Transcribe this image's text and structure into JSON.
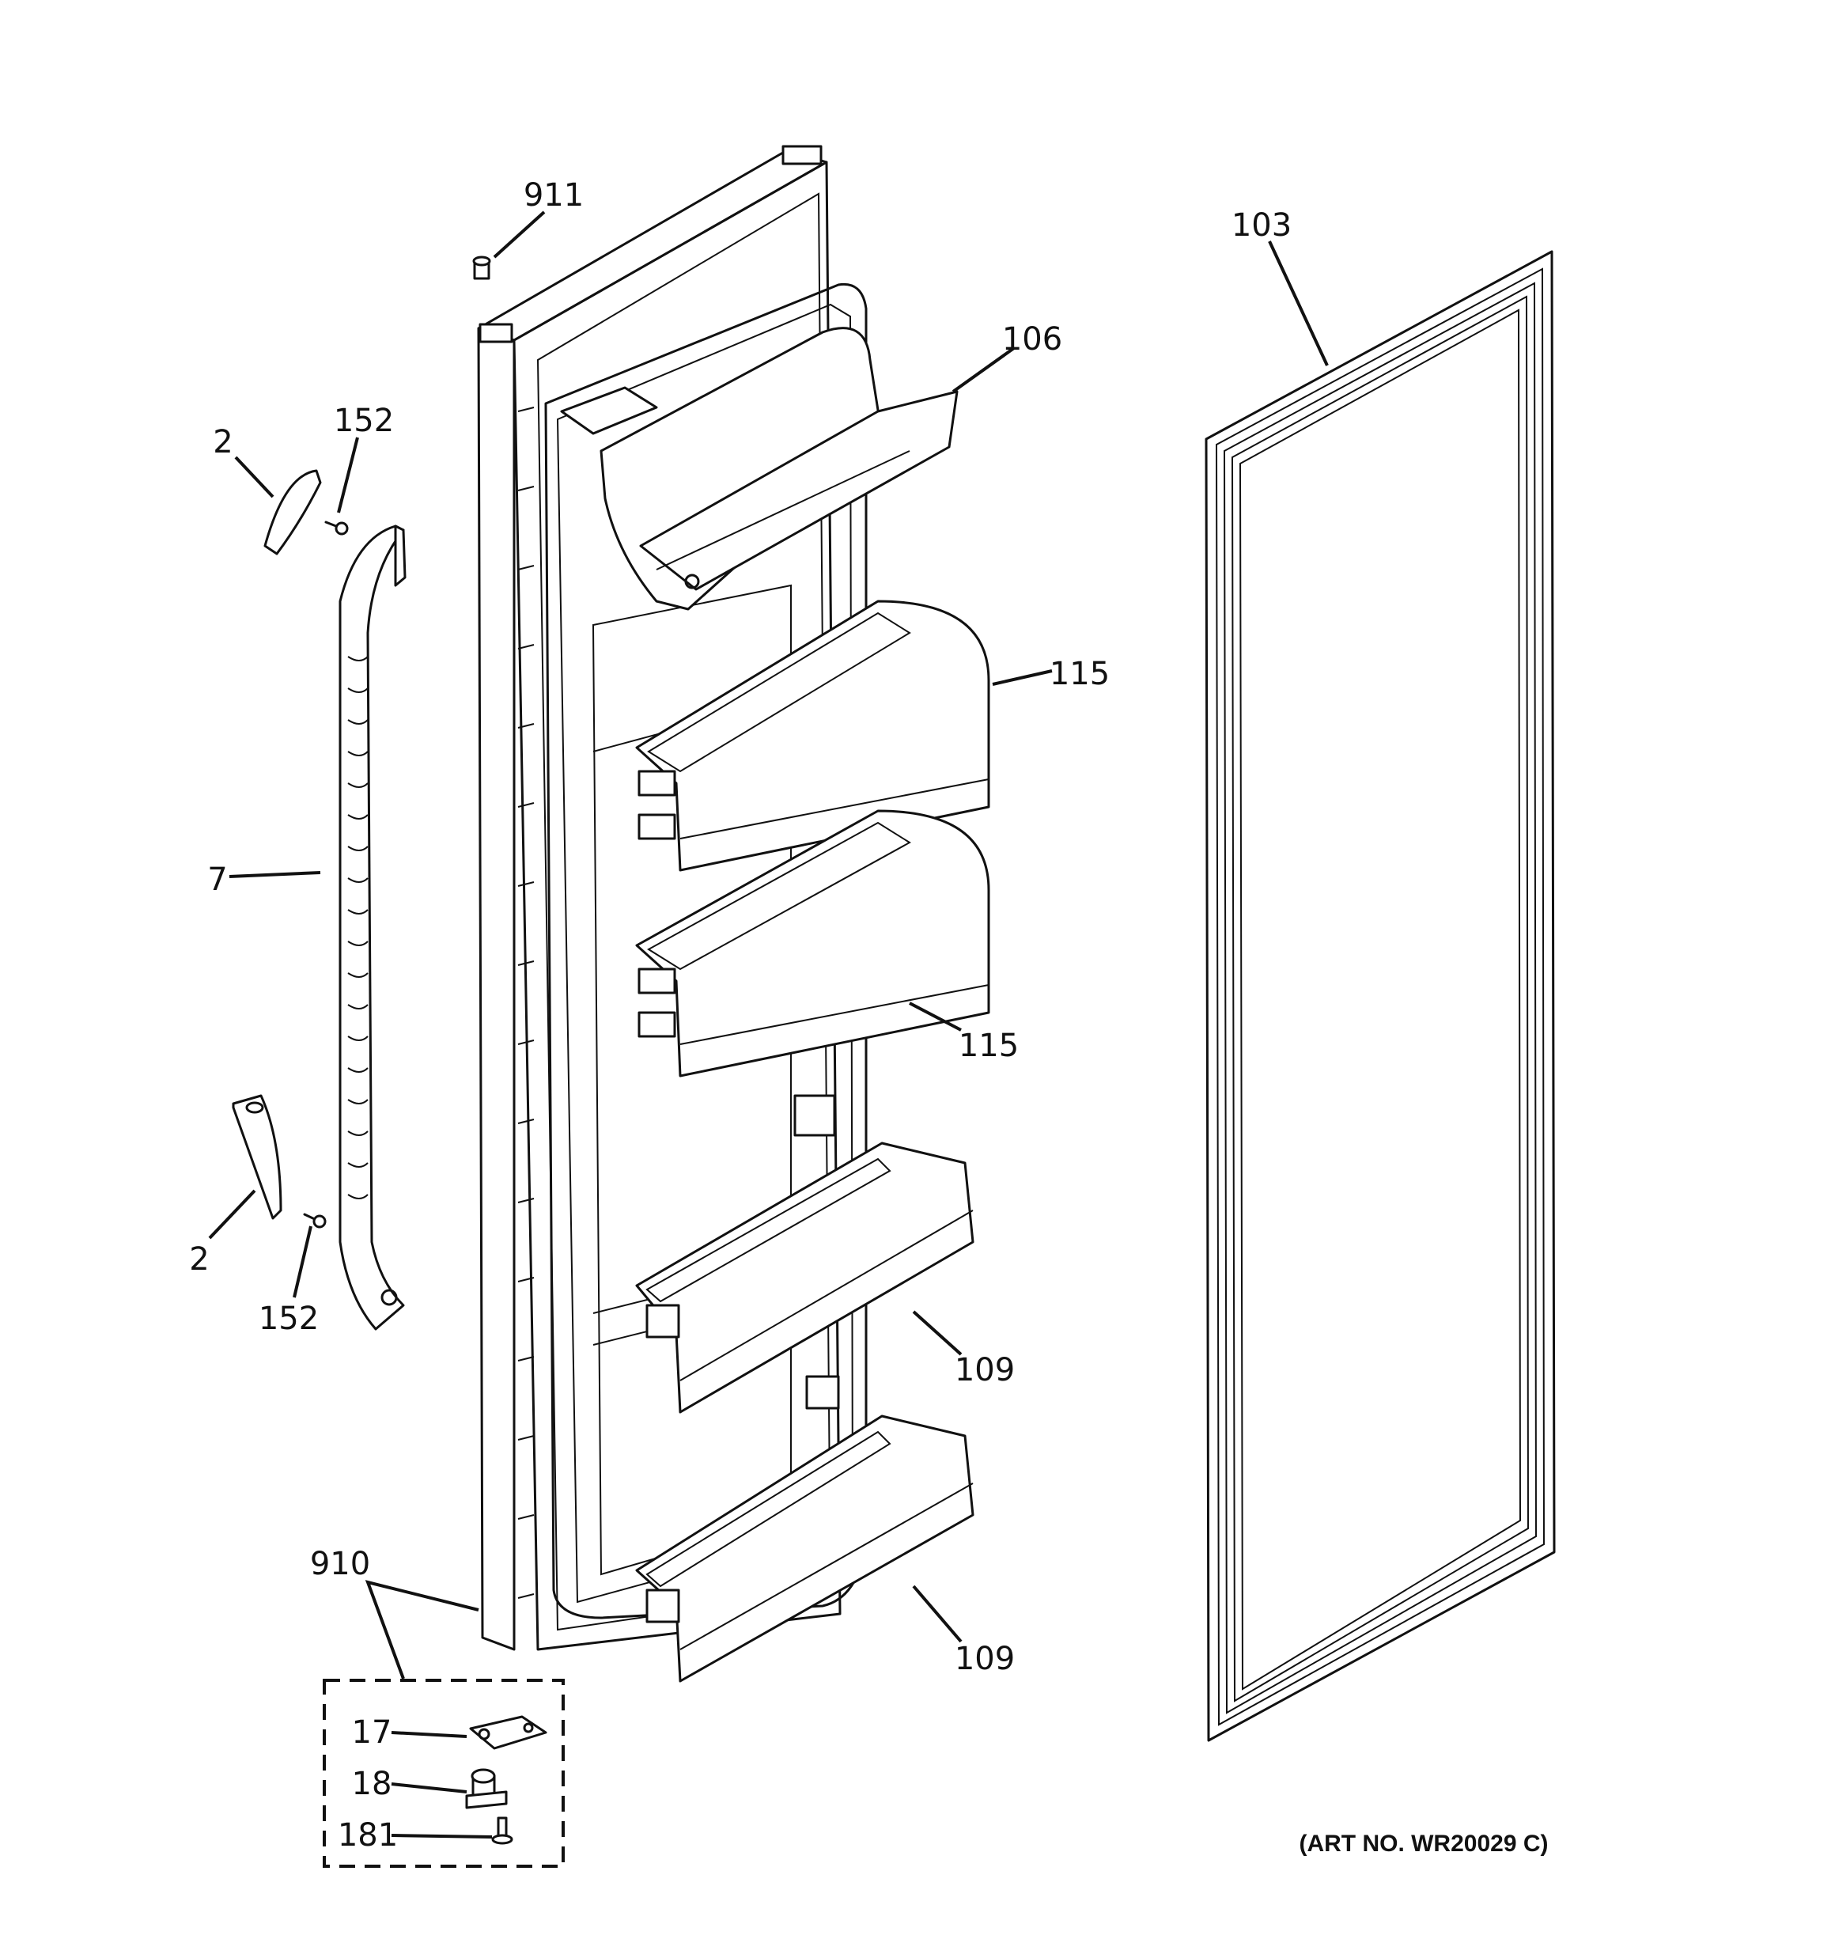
{
  "art_number": "(ART NO. WR20029 C)",
  "parts": [
    {
      "id": "p911",
      "label": "911"
    },
    {
      "id": "p103",
      "label": "103"
    },
    {
      "id": "p106",
      "label": "106"
    },
    {
      "id": "p2a",
      "label": "2"
    },
    {
      "id": "p152a",
      "label": "152"
    },
    {
      "id": "p115a",
      "label": "115"
    },
    {
      "id": "p7",
      "label": "7"
    },
    {
      "id": "p115b",
      "label": "115"
    },
    {
      "id": "p2b",
      "label": "2"
    },
    {
      "id": "p152b",
      "label": "152"
    },
    {
      "id": "p109a",
      "label": "109"
    },
    {
      "id": "p910",
      "label": "910"
    },
    {
      "id": "p109b",
      "label": "109"
    },
    {
      "id": "p17",
      "label": "17"
    },
    {
      "id": "p18",
      "label": "18"
    },
    {
      "id": "p181",
      "label": "181"
    }
  ]
}
